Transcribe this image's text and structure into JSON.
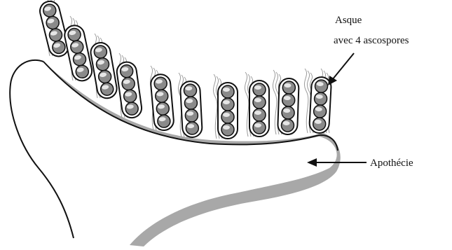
{
  "diagram": {
    "labels": {
      "ascus_line1": "Asque",
      "ascus_line2": "avec 4 ascospores",
      "apothecium": "Apothécie"
    },
    "asci_count": 10,
    "spores_per_ascus": 4,
    "colors": {
      "ink": "#111111",
      "hymenium_shade": "#a8a8a8",
      "spore_fill": "#8a8a8a",
      "paraphysis": "#9a9a9a"
    }
  }
}
